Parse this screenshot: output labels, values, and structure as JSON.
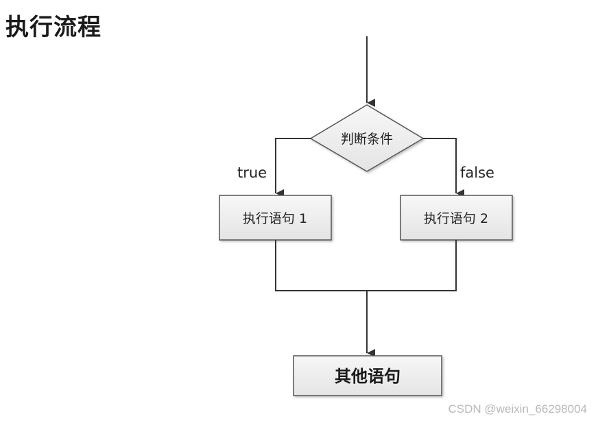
{
  "title": "执行流程",
  "diagram": {
    "condition": "判断条件",
    "true_label": "true",
    "false_label": "false",
    "statement1": "执行语句 1",
    "statement2": "执行语句 2",
    "other": "其他语句"
  },
  "watermark": "CSDN @weixin_66298004"
}
